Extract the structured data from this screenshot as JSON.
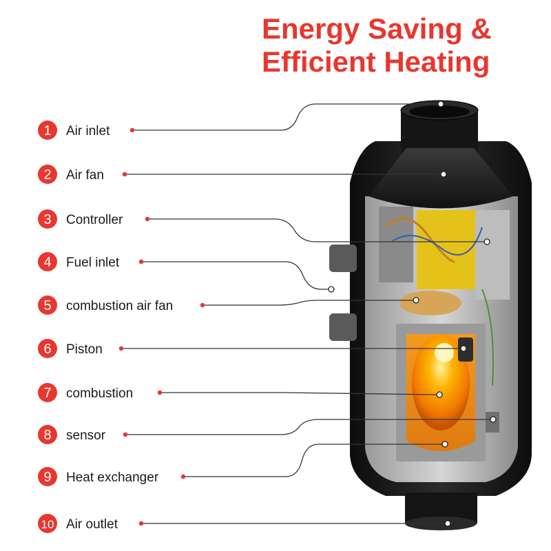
{
  "header": {
    "title_line1": "Energy Saving &",
    "title_line2": "Efficient Heating"
  },
  "colors": {
    "accent": "#e8372f",
    "text": "#1a1a1a",
    "leader": "#333333"
  },
  "labels": [
    {
      "number": "1",
      "text": "Air inlet"
    },
    {
      "number": "2",
      "text": "Air fan"
    },
    {
      "number": "3",
      "text": "Controller"
    },
    {
      "number": "4",
      "text": "Fuel inlet"
    },
    {
      "number": "5",
      "text": "combustion air fan"
    },
    {
      "number": "6",
      "text": "Piston"
    },
    {
      "number": "7",
      "text": "combustion"
    },
    {
      "number": "8",
      "text": "sensor"
    },
    {
      "number": "9",
      "text": "Heat exchanger"
    },
    {
      "number": "10",
      "text": "Air outlet"
    }
  ]
}
